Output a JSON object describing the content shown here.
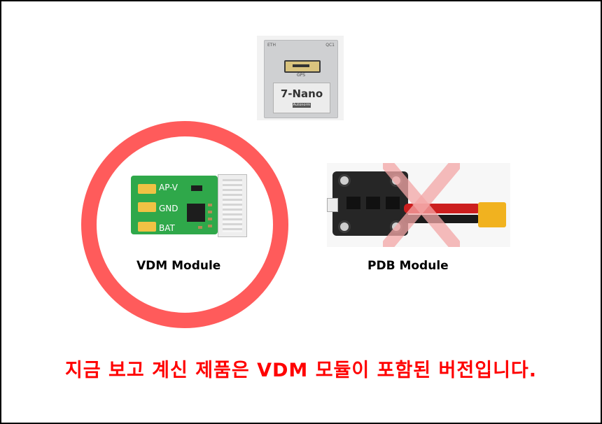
{
  "colors": {
    "highlight": "#ff5b5b",
    "notice_text": "#ff0000",
    "cross_mark": "#f4a6a6"
  },
  "nano": {
    "top_left": "ETH",
    "top_right": "QC1",
    "port_label": "GPS",
    "title": "7-Nano",
    "badge": "Autonorm"
  },
  "vdm": {
    "caption": "VDM Module",
    "pad_labels": [
      "AP-V",
      "GND",
      "BAT"
    ]
  },
  "pdb": {
    "caption": "PDB Module",
    "icon": "x-mark-icon"
  },
  "notice": {
    "text": "지금 보고 계신 제품은 VDM 모듈이 포함된 버전입니다."
  }
}
